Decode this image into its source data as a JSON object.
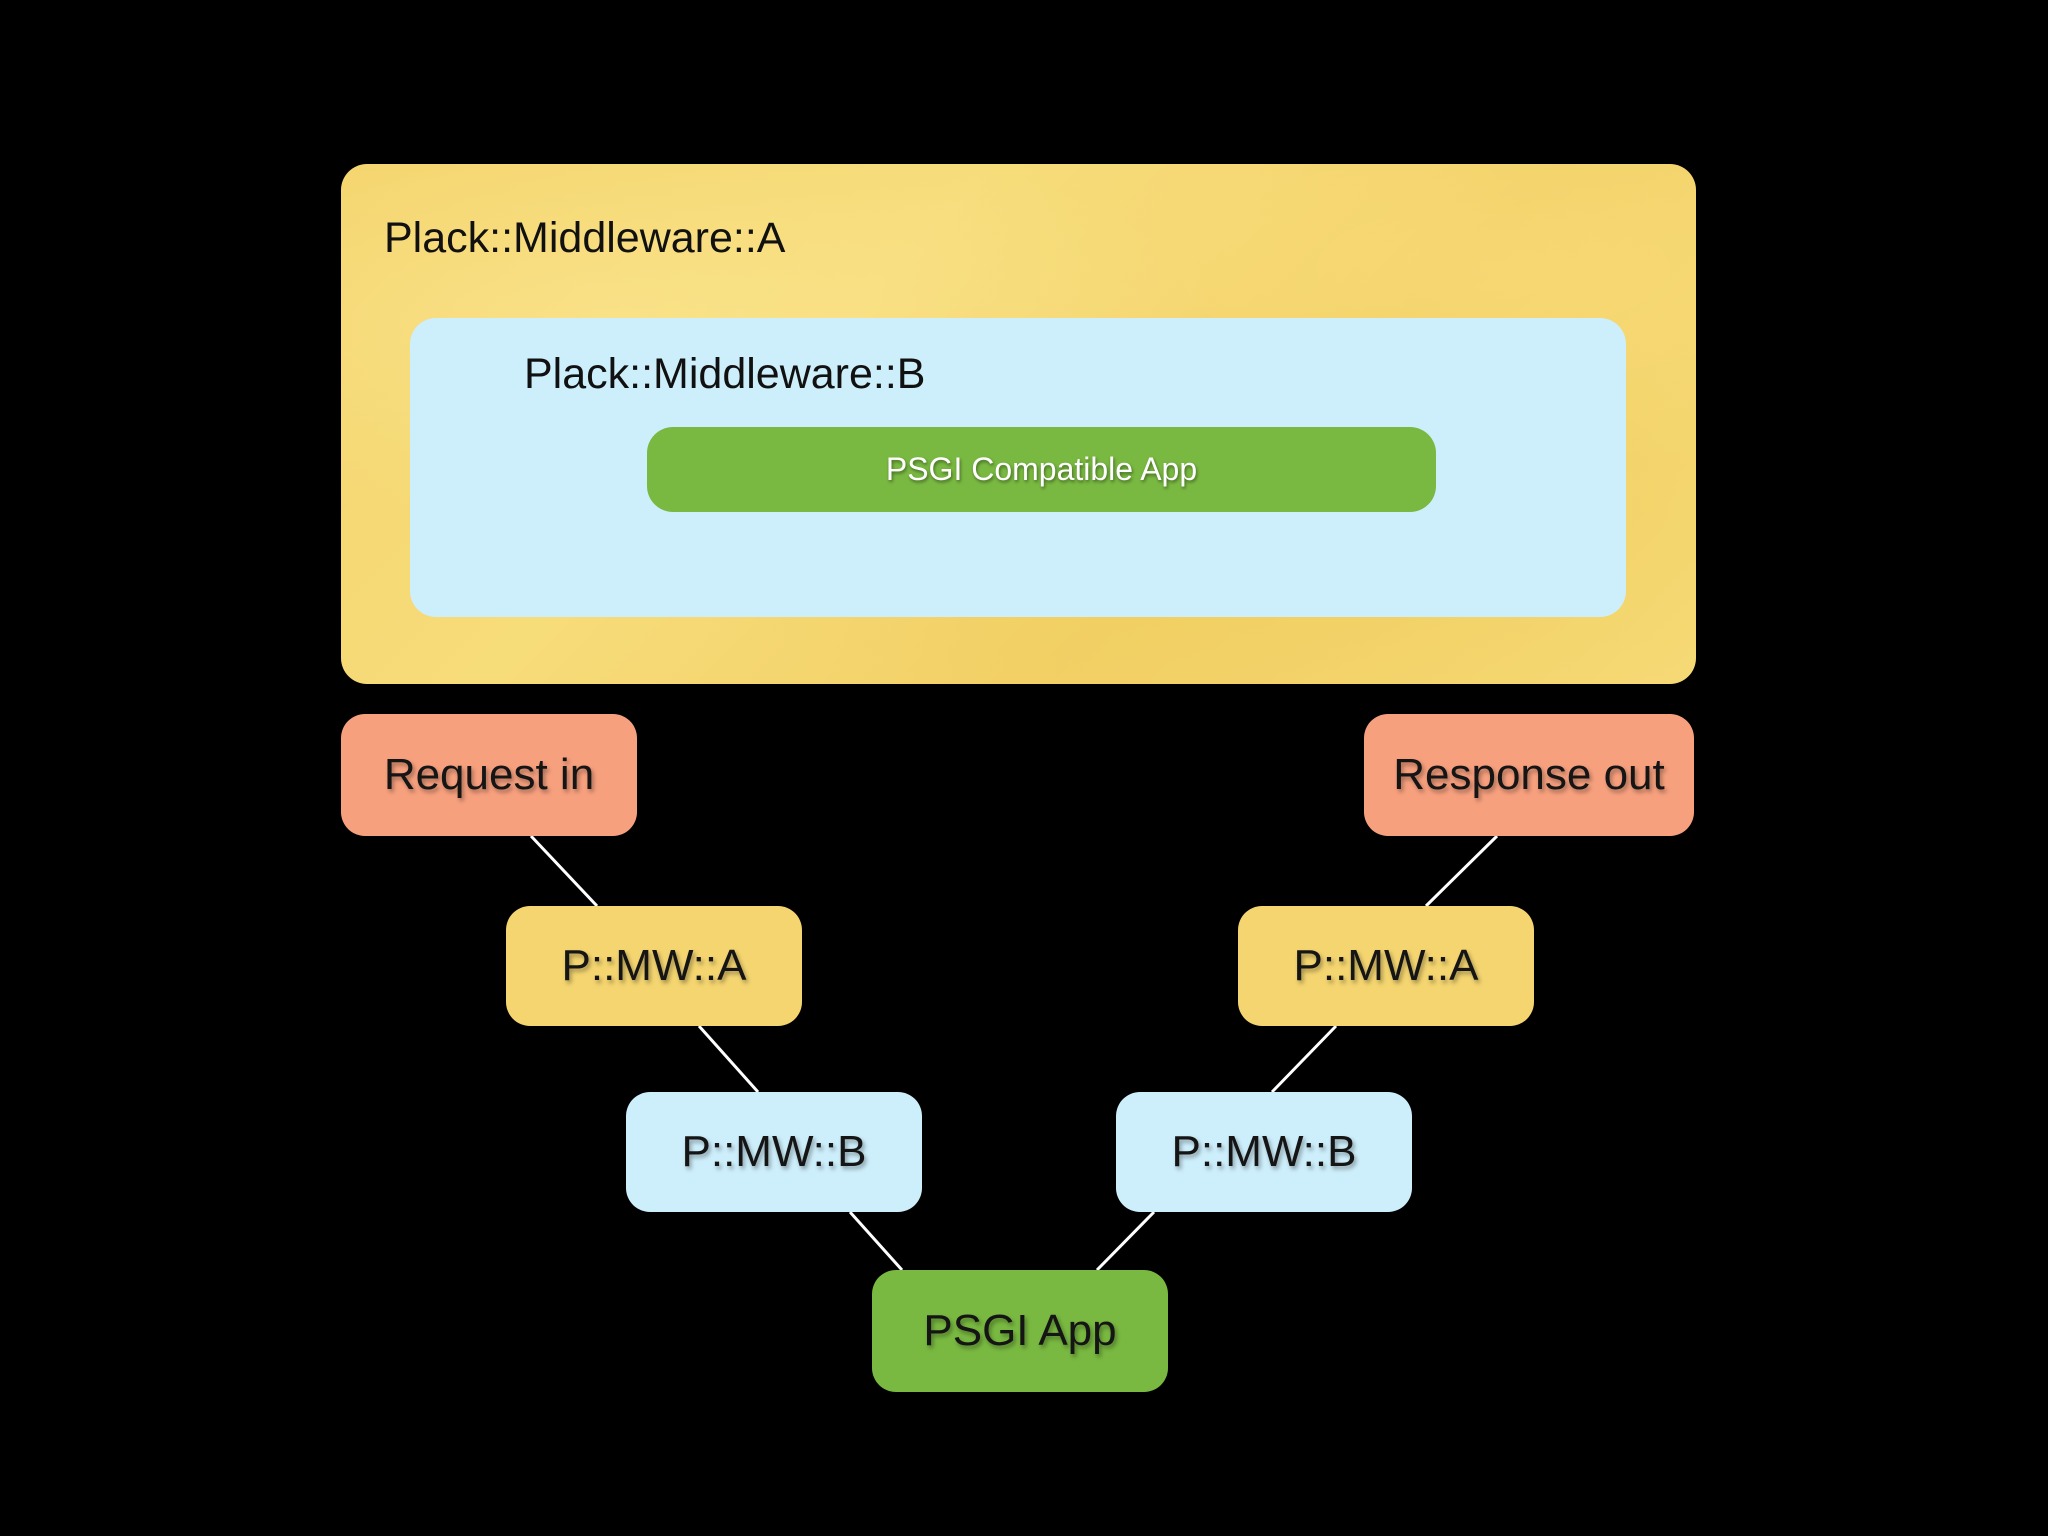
{
  "colors": {
    "background": "#000000",
    "middleware_a": "#f4d570",
    "middleware_b": "#cdeefb",
    "app": "#79b941",
    "request_response": "#f7a07e",
    "connector": "#ffffff"
  },
  "nested": {
    "outer_label": "Plack::Middleware::A",
    "inner_label": "Plack::Middleware::B",
    "app_label": "PSGI Compatible App"
  },
  "flow": {
    "request_in": "Request in",
    "response_out": "Response out",
    "left_mw_a": "P::MW::A",
    "left_mw_b": "P::MW::B",
    "right_mw_a": "P::MW::A",
    "right_mw_b": "P::MW::B",
    "psgi_app": "PSGI App"
  }
}
